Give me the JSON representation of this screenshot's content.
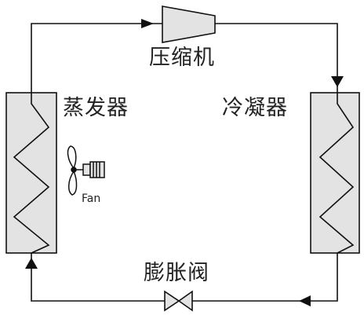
{
  "labels": {
    "compressor": "压缩机",
    "evaporator": "蒸发器",
    "condenser": "冷凝器",
    "expansion_valve": "膨胀阀",
    "fan": "Fan"
  },
  "icons": {
    "compressor": "compressor-icon",
    "expansion_valve": "expansion-valve-icon",
    "fan": "fan-icon",
    "coil": "zigzag-coil-icon",
    "flow_arrow": "flow-arrow-icon"
  },
  "colors": {
    "line": "#111111",
    "component_fill": "#e3e3e3",
    "text": "#222222",
    "background": "#ffffff"
  }
}
